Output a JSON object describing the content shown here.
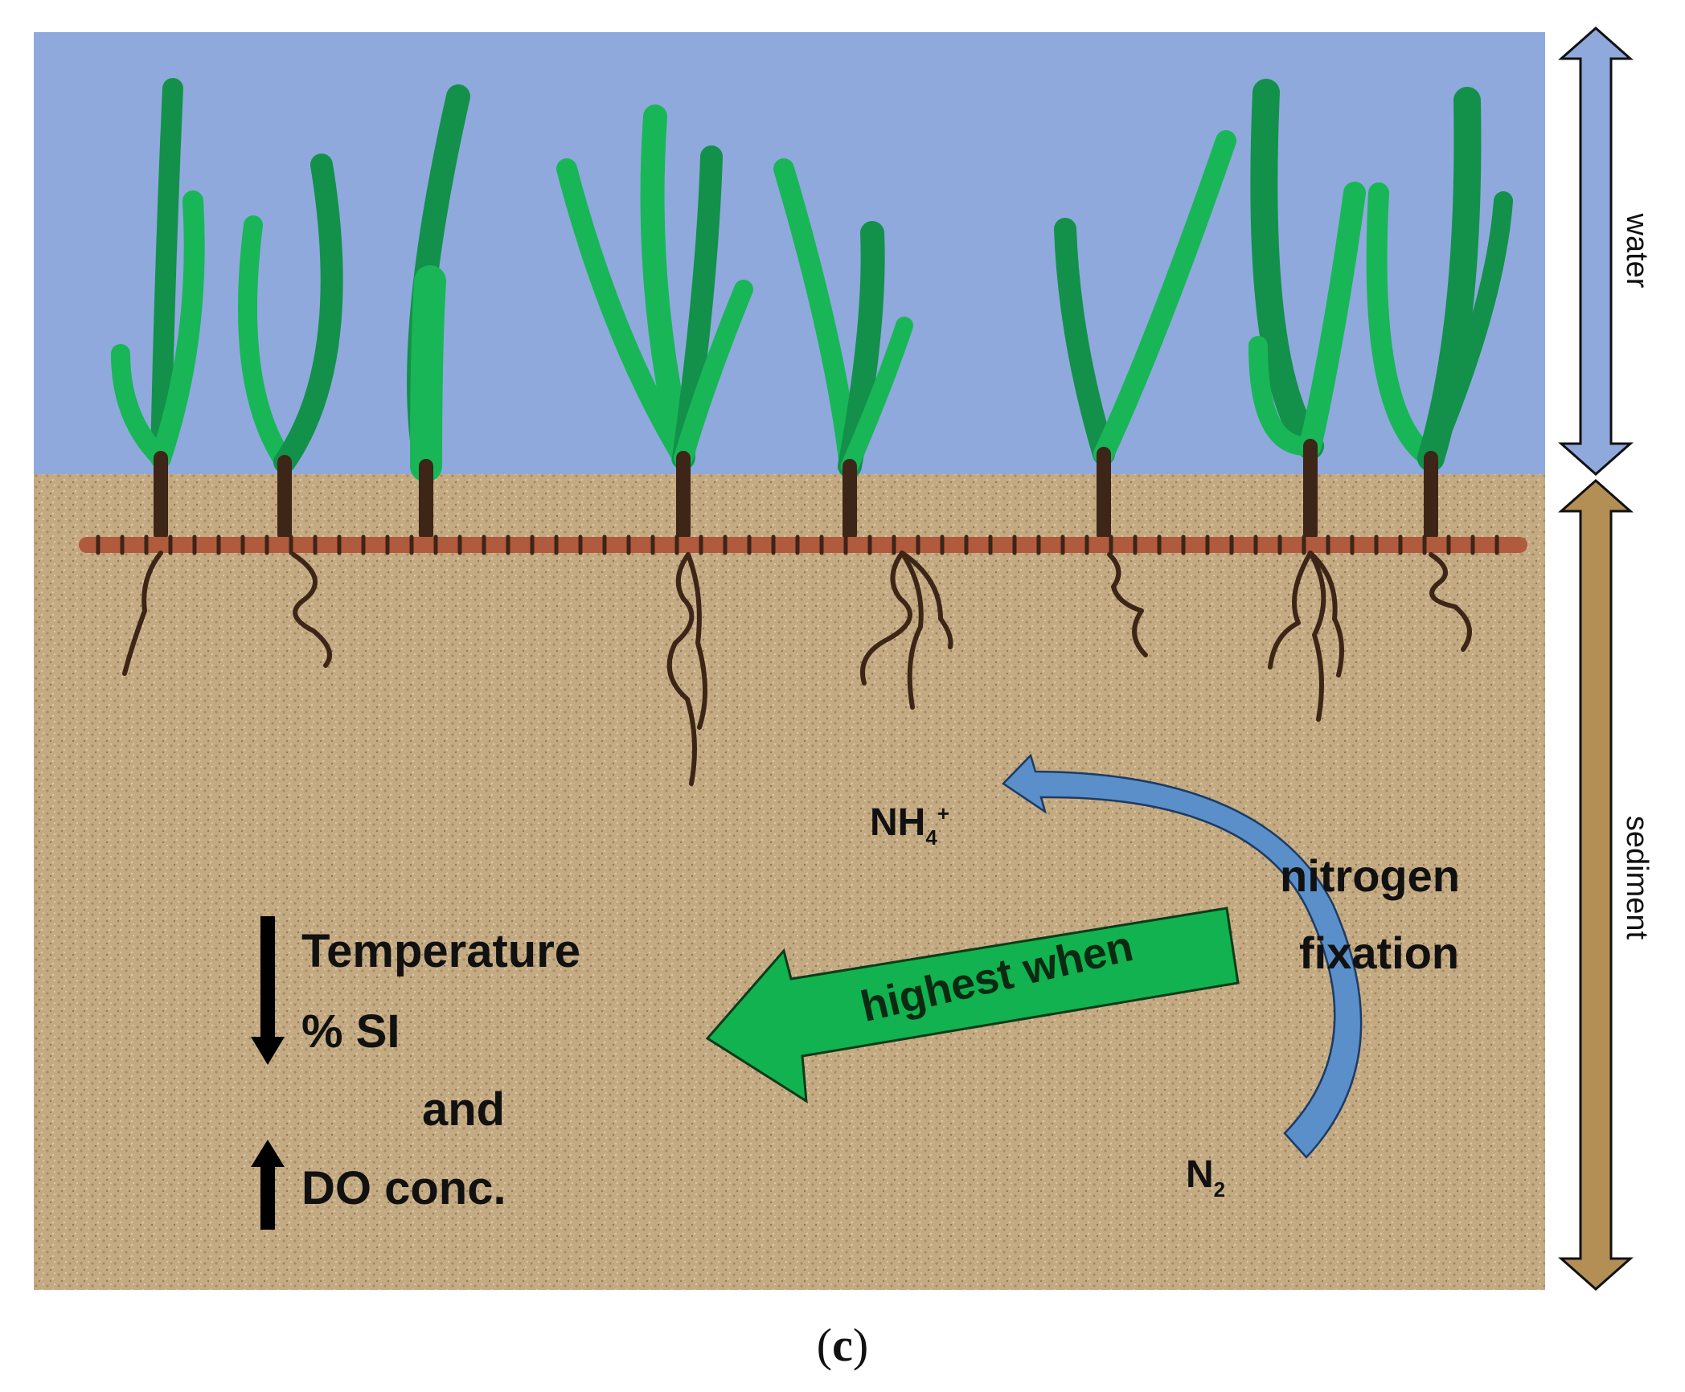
{
  "labels": {
    "water": "water",
    "sediment": "sediment",
    "nh4_main": "NH",
    "nh4_sub": "4",
    "nh4_sup": "+",
    "nitrogen": "nitrogen",
    "fixation": "fixation",
    "highest_when": "highest when",
    "temperature": "Temperature",
    "si": "% SI",
    "and": "and",
    "do_conc": "DO conc.",
    "n2_main": "N",
    "n2_sub": "2"
  },
  "caption": {
    "open": "(",
    "letter": "c",
    "close": ")"
  },
  "colors": {
    "water": "#8fa9dc",
    "sediment": "#c4aa82",
    "leaf_dark": "#13914a",
    "leaf_light": "#18b657",
    "stem": "#3d2517",
    "rhizome": "#b05a3e",
    "root": "#3d2517",
    "water_arrow": "#8fa9dc",
    "sediment_arrow": "#b38e55",
    "fixation_arrow": "#5b8fc9",
    "highest_arrow": "#11b24f",
    "indicator_arrow": "#000000"
  },
  "arrows": {
    "temperature_si": "down",
    "do_conc": "up"
  }
}
